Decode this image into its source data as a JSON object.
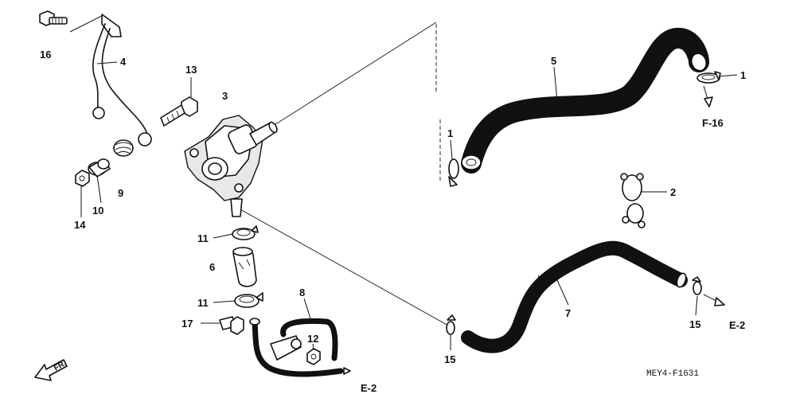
{
  "diagram": {
    "callouts": [
      {
        "id": "c1a",
        "label": "1"
      },
      {
        "id": "c1b",
        "label": "1"
      },
      {
        "id": "c2",
        "label": "2"
      },
      {
        "id": "c3",
        "label": "3"
      },
      {
        "id": "c4",
        "label": "4"
      },
      {
        "id": "c5",
        "label": "5"
      },
      {
        "id": "c6",
        "label": "6"
      },
      {
        "id": "c7",
        "label": "7"
      },
      {
        "id": "c8",
        "label": "8"
      },
      {
        "id": "c9",
        "label": "9"
      },
      {
        "id": "c10",
        "label": "10"
      },
      {
        "id": "c11a",
        "label": "11"
      },
      {
        "id": "c11b",
        "label": "11"
      },
      {
        "id": "c12",
        "label": "12"
      },
      {
        "id": "c13",
        "label": "13"
      },
      {
        "id": "c14",
        "label": "14"
      },
      {
        "id": "c15a",
        "label": "15"
      },
      {
        "id": "c15b",
        "label": "15"
      },
      {
        "id": "c16",
        "label": "16"
      },
      {
        "id": "c17",
        "label": "17"
      }
    ],
    "references": {
      "f16": "F-16",
      "e2_right": "E-2",
      "e2_bottom": "E-2"
    },
    "front_marker": "FR.",
    "drawing_code": "MEY4-F1631"
  }
}
